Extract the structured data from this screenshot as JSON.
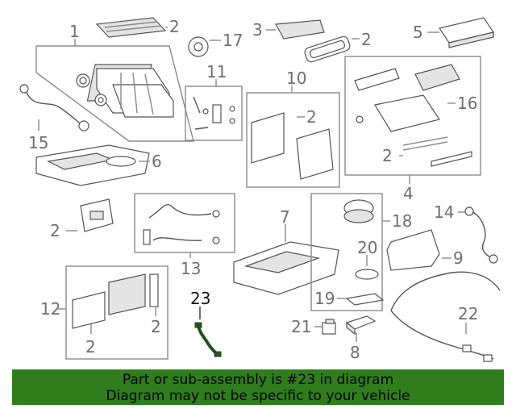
{
  "diagram": {
    "callouts": {
      "c1": "1",
      "c2": "2",
      "c3": "3",
      "c4": "4",
      "c5": "5",
      "c6": "6",
      "c7": "7",
      "c8": "8",
      "c9": "9",
      "c10": "10",
      "c11": "11",
      "c12": "12",
      "c13": "13",
      "c14": "14",
      "c15": "15",
      "c16": "16",
      "c17": "17",
      "c18": "18",
      "c19": "19",
      "c20": "20",
      "c21": "21",
      "c22": "22",
      "c23": "23"
    },
    "highlight_color": "#1f5c1a"
  },
  "banner": {
    "line1": "Part or sub-assembly is #23 in diagram",
    "line2": "Diagram may not be specific to your vehicle",
    "background": "#2f7d1c"
  }
}
